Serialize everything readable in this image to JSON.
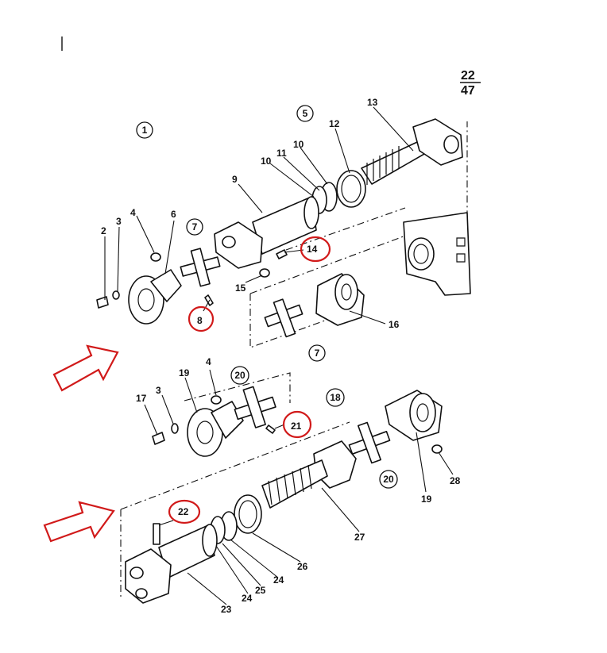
{
  "page": {
    "numerator": "22",
    "denominator": "47"
  },
  "callouts": [
    "1",
    "5",
    "7",
    "7",
    "20",
    "18",
    "20"
  ],
  "labels": {
    "l2": "2",
    "l3": "3",
    "l4": "4",
    "l6": "6",
    "l8": "8",
    "l9": "9",
    "l10a": "10",
    "l10b": "10",
    "l11": "11",
    "l12": "12",
    "l13": "13",
    "l14": "14",
    "l15": "15",
    "l16": "16",
    "l17": "17",
    "l3b": "3",
    "l19": "19",
    "l4b": "4",
    "l21": "21",
    "l22": "22",
    "l23": "23",
    "l24a": "24",
    "l24b": "24",
    "l25": "25",
    "l26": "26",
    "l27": "27",
    "l19b": "19",
    "l28": "28"
  },
  "highlighted": [
    "8",
    "14",
    "21",
    "22"
  ],
  "colors": {
    "highlight": "#d11a1a",
    "ink": "#111111"
  }
}
